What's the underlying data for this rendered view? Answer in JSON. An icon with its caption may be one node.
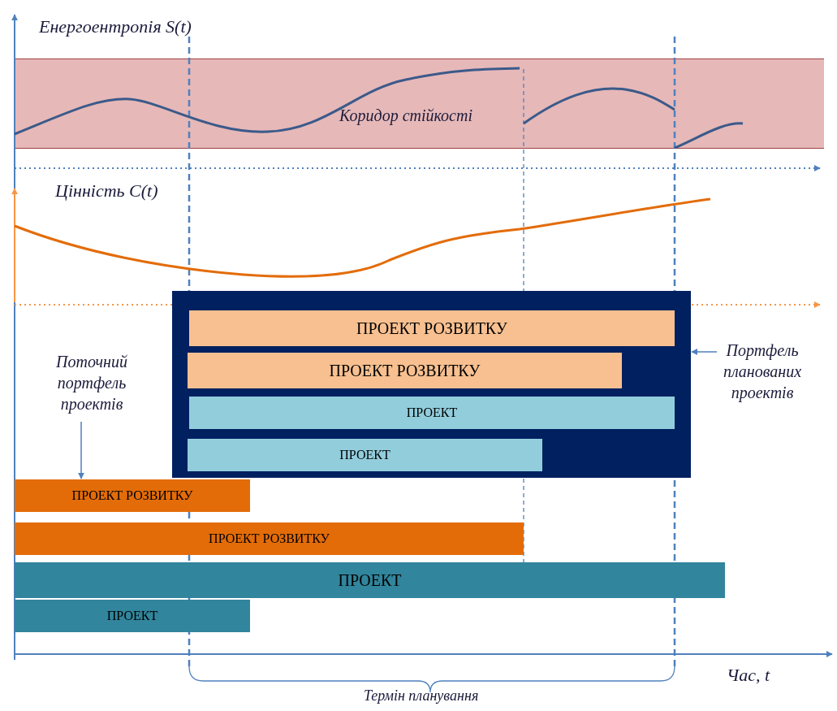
{
  "diagram": {
    "nodes": [
      {
        "text": [
          "Коридор стійкості"
        ]
      },
      {
        "text": [],
        "shape": "box"
      },
      {
        "text": [
          "ПРОЕКТ РОЗВИТКУ"
        ],
        "in": 1
      },
      {
        "text": [
          "ПРОЕКТ РОЗВИТКУ"
        ],
        "in": 1
      },
      {
        "text": [
          "ПРОЕКТ"
        ],
        "in": 1
      },
      {
        "text": [
          "ПРОЕКТ"
        ],
        "in": 1
      },
      {
        "text": [
          "Портфель планованих проектів"
        ]
      },
      {
        "text": [
          "Поточний портфель проектів"
        ]
      },
      {
        "text": [
          "ПРОЕКТ РОЗВИТКУ"
        ]
      },
      {
        "text": [
          "ПРОЕКТ РОЗВИТКУ"
        ]
      },
      {
        "text": [
          "ПРОЕКТ"
        ]
      },
      {
        "text": [
          "ПРОЕКТ"
        ]
      }
    ],
    "edges": [
      {
        "from": 6,
        "to": 1,
        "arrow": "to"
      },
      {
        "from": 7,
        "to": 8,
        "arrow": "to"
      }
    ],
    "labels": [
      "Енергоентропія S(t)",
      "Цінність C(t)",
      "Час, t",
      "Термін планування"
    ]
  }
}
